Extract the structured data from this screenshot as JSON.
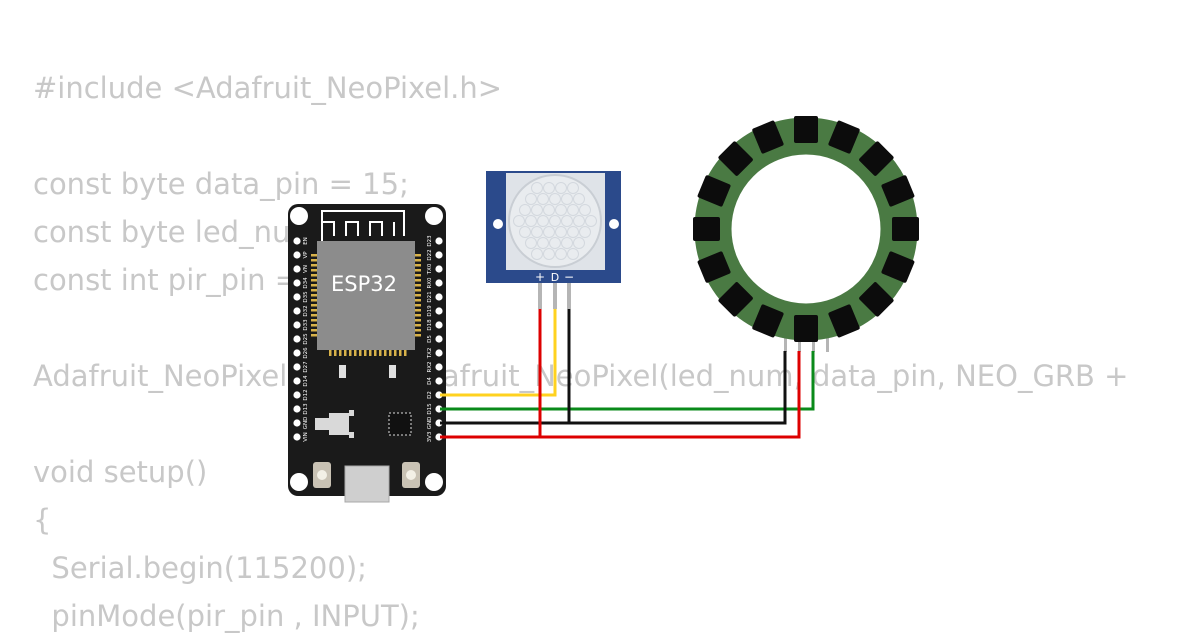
{
  "code_lines": [
    "#include <Adafruit_NeoPixel.h>",
    "",
    "const byte data_pin = 15;",
    "const byte led_nu",
    "const int pir_pin =",
    "",
    "Adafruit_NeoPixel strip = Adafruit_NeoPixel(led_num, data_pin, NEO_GRB +",
    "",
    "void setup()",
    "{",
    "  Serial.begin(115200);",
    "  pinMode(pir_pin , INPUT);"
  ],
  "esp32": {
    "chip_label": "ESP32",
    "left_pins": [
      "EN",
      "VP",
      "VN",
      "D34",
      "D35",
      "D32",
      "D33",
      "D25",
      "D26",
      "D27",
      "D14",
      "D12",
      "D13",
      "GND",
      "VIN"
    ],
    "right_pins": [
      "D23",
      "D22",
      "TX0",
      "RX0",
      "D21",
      "D19",
      "D18",
      "D5",
      "TX2",
      "RX2",
      "D4",
      "D2",
      "D15",
      "GND",
      "3V3"
    ]
  },
  "pir_sensor": {
    "pin_labels": [
      "+",
      "D",
      "−"
    ]
  },
  "neopixel_ring": {
    "led_count": 16
  },
  "colors": {
    "code_text": "#c8c8c8",
    "board": "#1a1a1a",
    "pir_body": "#2b4a8b",
    "ring_led": "#4a7a43",
    "wire_yellow": "#ffd21f",
    "wire_green": "#0a8a1a",
    "wire_black": "#111111",
    "wire_red": "#dd0000"
  }
}
